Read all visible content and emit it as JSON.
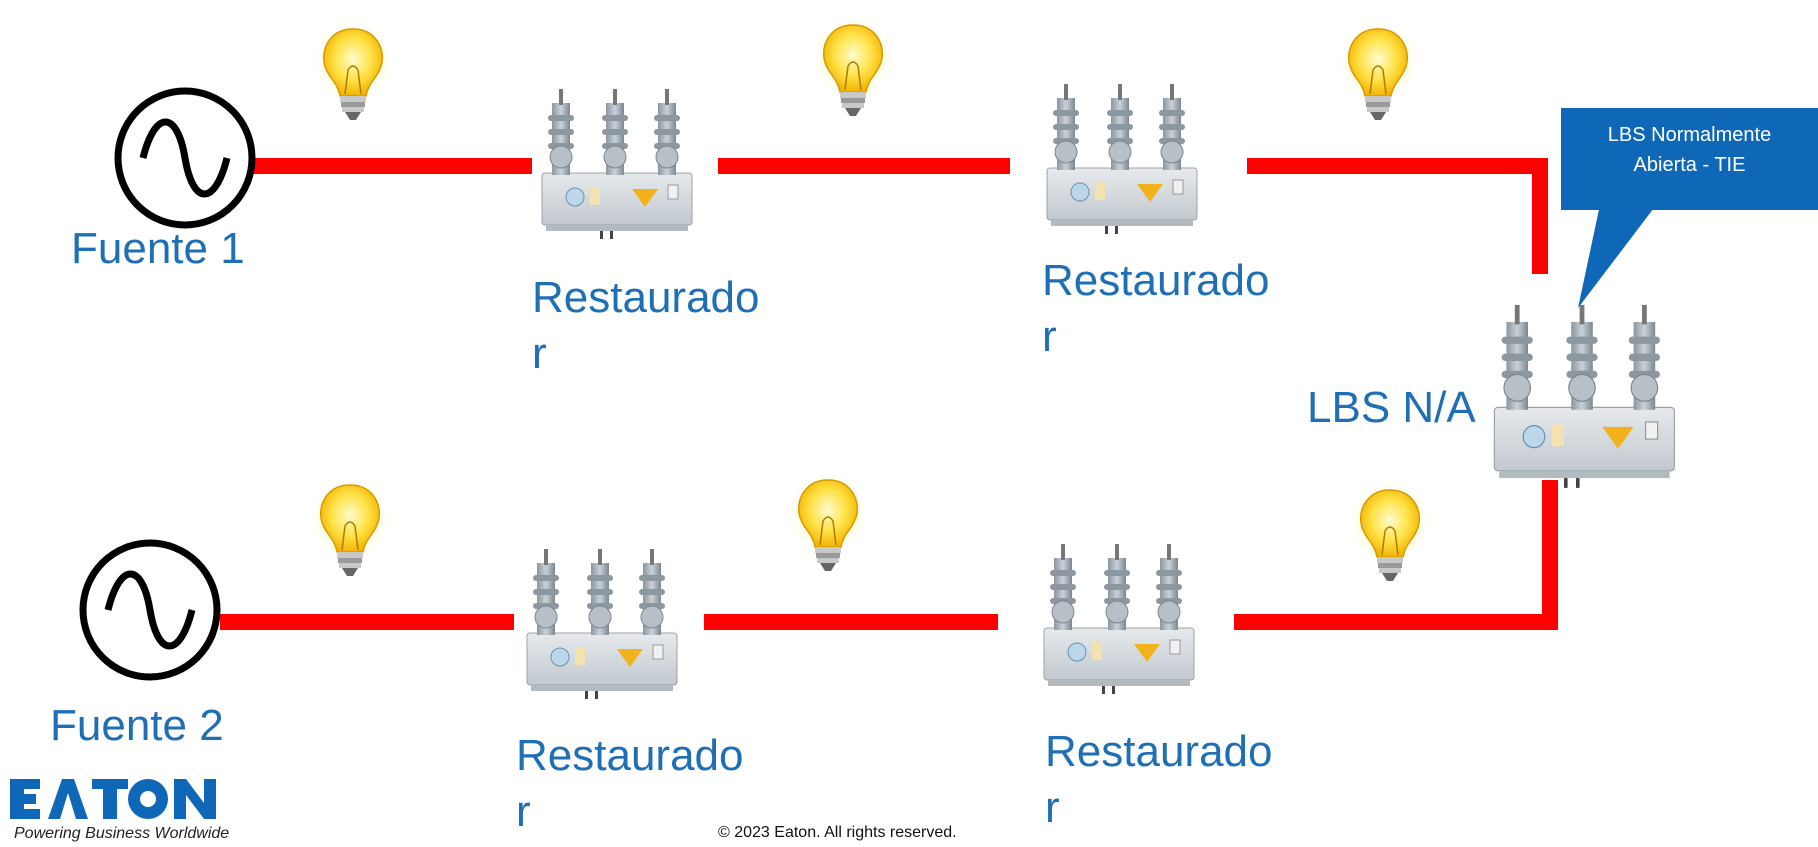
{
  "sources": [
    {
      "label": "Fuente 1"
    },
    {
      "label": "Fuente 2"
    }
  ],
  "restaurador_label": [
    "Restaurado",
    "r"
  ],
  "lbs": {
    "label": "LBS N/A",
    "callout_line1": "LBS Normalmente",
    "callout_line2": "Abierta - TIE"
  },
  "colors": {
    "line": "#ff0000",
    "label": "#1f6fb6",
    "callout": "#0f67b8"
  },
  "footer": {
    "logo_text": "EATON",
    "tagline": "Powering Business Worldwide",
    "copyright": "© 2023 Eaton. All rights reserved."
  }
}
